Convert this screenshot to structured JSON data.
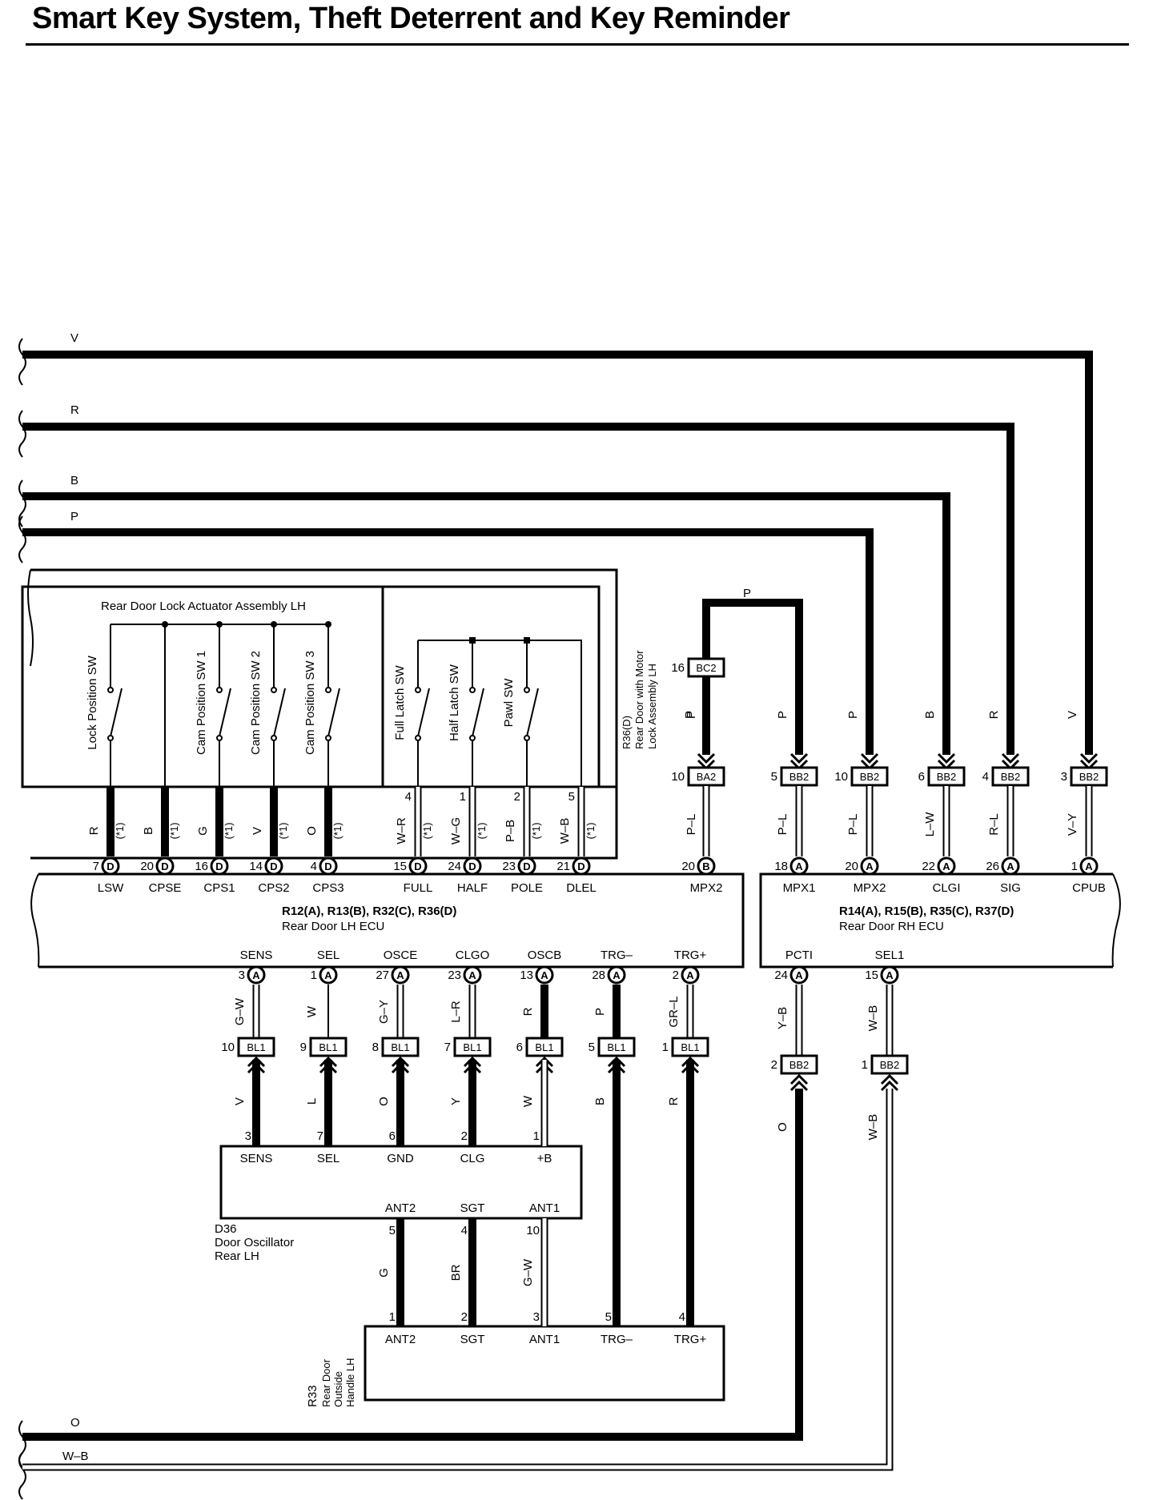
{
  "title": "Smart Key System, Theft Deterrent and Key Reminder",
  "left_wires": {
    "v": "V",
    "r": "R",
    "b": "B",
    "p": "P",
    "o": "O",
    "wb": "W–B"
  },
  "actuator": {
    "title": "Rear Door Lock Actuator Assembly LH",
    "switches": [
      "Lock Position SW",
      "Cam Position SW 1",
      "Cam Position SW 2",
      "Cam Position SW 3"
    ],
    "latch_switches": [
      "Full Latch SW",
      "Half Latch SW",
      "Pawl SW"
    ],
    "latch_pins": [
      "4",
      "1",
      "2",
      "5"
    ],
    "ref_code": "R36(D)",
    "ref_name": "Rear Door with Motor Lock Assembly LH"
  },
  "lh_ecu": {
    "code": "R12(A), R13(B), R32(C), R36(D)",
    "name": "Rear Door LH ECU",
    "top_pins": [
      {
        "num": "7",
        "conn": "D",
        "name": "LSW",
        "wire": "R",
        "note": "(*1)"
      },
      {
        "num": "20",
        "conn": "D",
        "name": "CPSE",
        "wire": "B",
        "note": "(*1)"
      },
      {
        "num": "16",
        "conn": "D",
        "name": "CPS1",
        "wire": "G",
        "note": "(*1)"
      },
      {
        "num": "14",
        "conn": "D",
        "name": "CPS2",
        "wire": "V",
        "note": "(*1)"
      },
      {
        "num": "4",
        "conn": "D",
        "name": "CPS3",
        "wire": "O",
        "note": "(*1)"
      },
      {
        "num": "15",
        "conn": "D",
        "name": "FULL",
        "wire": "W–R",
        "note": "(*1)"
      },
      {
        "num": "24",
        "conn": "D",
        "name": "HALF",
        "wire": "W–G",
        "note": "(*1)"
      },
      {
        "num": "23",
        "conn": "D",
        "name": "POLE",
        "wire": "P–B",
        "note": "(*1)"
      },
      {
        "num": "21",
        "conn": "D",
        "name": "DLEL",
        "wire": "W–B",
        "note": "(*1)"
      },
      {
        "num": "20",
        "conn": "B",
        "name": "MPX2",
        "wire": "P–L",
        "note": ""
      }
    ],
    "bottom_pins": [
      {
        "num": "3",
        "conn": "A",
        "name": "SENS",
        "wire": "G–W"
      },
      {
        "num": "1",
        "conn": "A",
        "name": "SEL",
        "wire": "W"
      },
      {
        "num": "27",
        "conn": "A",
        "name": "OSCE",
        "wire": "G–Y"
      },
      {
        "num": "23",
        "conn": "A",
        "name": "CLGO",
        "wire": "L–R"
      },
      {
        "num": "13",
        "conn": "A",
        "name": "OSCB",
        "wire": "R"
      },
      {
        "num": "28",
        "conn": "A",
        "name": "TRG–",
        "wire": "P"
      },
      {
        "num": "2",
        "conn": "A",
        "name": "TRG+",
        "wire": "GR–L"
      }
    ]
  },
  "rh_ecu": {
    "code": "R14(A), R15(B), R35(C), R37(D)",
    "name": "Rear Door RH ECU",
    "top_pins": [
      {
        "num": "18",
        "conn": "A",
        "name": "MPX1",
        "wire": "P–L"
      },
      {
        "num": "20",
        "conn": "A",
        "name": "MPX2",
        "wire": "P–L"
      },
      {
        "num": "22",
        "conn": "A",
        "name": "CLGI",
        "wire": "L–W"
      },
      {
        "num": "26",
        "conn": "A",
        "name": "SIG",
        "wire": "R–L"
      },
      {
        "num": "1",
        "conn": "A",
        "name": "CPUB",
        "wire": "V–Y"
      }
    ],
    "bottom_pins": [
      {
        "num": "24",
        "conn": "A",
        "name": "PCTI",
        "wire": "Y–B"
      },
      {
        "num": "15",
        "conn": "A",
        "name": "SEL1",
        "wire": "W–B"
      }
    ]
  },
  "upper_connectors": [
    {
      "num": "10",
      "name": "BA2",
      "wire": "P"
    },
    {
      "num": "5",
      "name": "BB2",
      "wire": "P"
    },
    {
      "num": "10",
      "name": "BB2",
      "wire": "P"
    },
    {
      "num": "6",
      "name": "BB2",
      "wire": "B"
    },
    {
      "num": "4",
      "name": "BB2",
      "wire": "R"
    },
    {
      "num": "3",
      "name": "BB2",
      "wire": "V"
    }
  ],
  "bc2": {
    "num": "16",
    "name": "BC2",
    "wire": "P"
  },
  "bl1_connectors": [
    {
      "num": "10",
      "name": "BL1",
      "wire_below": "V"
    },
    {
      "num": "9",
      "name": "BL1",
      "wire_below": "L"
    },
    {
      "num": "8",
      "name": "BL1",
      "wire_below": "O"
    },
    {
      "num": "7",
      "name": "BL1",
      "wire_below": "Y"
    },
    {
      "num": "6",
      "name": "BL1",
      "wire_below": "W"
    },
    {
      "num": "5",
      "name": "BL1",
      "wire_below": "B"
    },
    {
      "num": "1",
      "name": "BL1",
      "wire_below": "R"
    }
  ],
  "rh_lower_connectors": [
    {
      "num": "2",
      "name": "BB2",
      "wire_below": "O"
    },
    {
      "num": "1",
      "name": "BB2",
      "wire_below": "W–B"
    }
  ],
  "oscillator": {
    "code": "D36",
    "name_line1": "Door Oscillator",
    "name_line2": "Rear LH",
    "top_pins": [
      {
        "num": "3",
        "name": "SENS"
      },
      {
        "num": "7",
        "name": "SEL"
      },
      {
        "num": "6",
        "name": "GND"
      },
      {
        "num": "2",
        "name": "CLG"
      },
      {
        "num": "1",
        "name": "+B"
      }
    ],
    "bottom_pins": [
      {
        "num": "5",
        "name": "ANT2",
        "wire": "G"
      },
      {
        "num": "4",
        "name": "SGT",
        "wire": "BR"
      },
      {
        "num": "10",
        "name": "ANT1",
        "wire": "G–W"
      }
    ]
  },
  "handle": {
    "code": "R33",
    "name_lines": [
      "Rear Door",
      "Outside",
      "Handle LH"
    ],
    "pins": [
      {
        "num": "1",
        "name": "ANT2"
      },
      {
        "num": "2",
        "name": "SGT"
      },
      {
        "num": "3",
        "name": "ANT1"
      },
      {
        "num": "5",
        "name": "TRG–"
      },
      {
        "num": "4",
        "name": "TRG+"
      }
    ]
  }
}
